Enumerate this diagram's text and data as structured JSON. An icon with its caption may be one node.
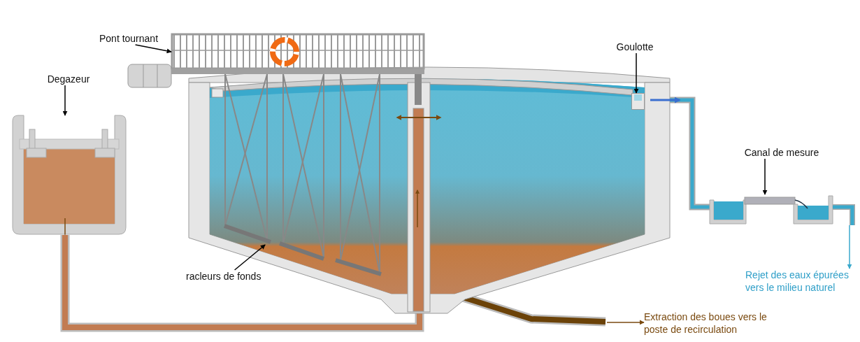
{
  "diagram": {
    "nodes": [
      {
        "text": [
          "Pont tournant"
        ]
      },
      {
        "text": [],
        "shape": "picture"
      },
      {
        "text": [
          "Degazeur"
        ]
      },
      {
        "text": [],
        "shape": "picture"
      },
      {
        "text": [
          "Goulotte"
        ]
      },
      {
        "text": [],
        "shape": "picture"
      },
      {
        "text": [
          "Canal de mesure"
        ]
      },
      {
        "text": [],
        "shape": "picture"
      },
      {
        "text": [
          "racleurs de fonds"
        ]
      },
      {
        "text": [],
        "shape": "picture"
      },
      {
        "text": [
          "Rejet des eaux épurées vers le milieu naturel"
        ]
      },
      {
        "text": [
          "Extraction des boues vers le poste de recirculation"
        ]
      }
    ],
    "edges": [
      {
        "from": 0,
        "to": 1,
        "arrow": "to"
      },
      {
        "from": 2,
        "to": 3,
        "arrow": "to"
      },
      {
        "from": 4,
        "to": 5,
        "arrow": "to"
      },
      {
        "from": 6,
        "to": 7,
        "arrow": "to"
      },
      {
        "from": 8,
        "to": 9,
        "arrow": "to"
      },
      {
        "from": 7,
        "to": 10,
        "arrow": "to",
        "color": "#3aa9cc"
      },
      {
        "from": null,
        "to": 11,
        "arrow": "to",
        "color": "#7a4a10"
      }
    ]
  }
}
